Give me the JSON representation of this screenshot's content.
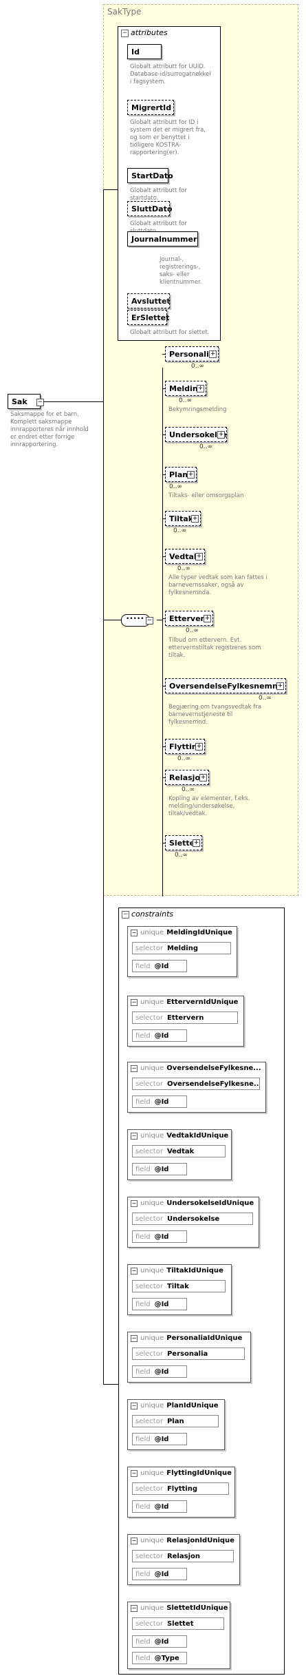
{
  "complex_type": {
    "title": "SakType"
  },
  "root": {
    "name": "Sak",
    "description": "Saksmappe for et barn. Komplett saksmappe innrapporteres når innhold er endret etter forrige innrapportering."
  },
  "attributes": {
    "header": "attributes",
    "items": [
      {
        "name": "Id",
        "optional": false,
        "description": "Globalt attributt for UUID. Database-id/surrogatnøkkel i fagsystem."
      },
      {
        "name": "MigrertId",
        "optional": true,
        "description": "Globalt attributt for ID i system det er migrert fra, og som er benyttet i tidligere KOSTRA-rapportering(er)."
      },
      {
        "name": "StartDato",
        "optional": false,
        "description": "Globalt attributt for startdato."
      },
      {
        "name": "SluttDato",
        "optional": true,
        "description": "Globalt attributt for sluttdato."
      },
      {
        "name": "Journalnummer",
        "optional": false,
        "description": "Journal-, registrerings-, saks- eller klientnummer."
      },
      {
        "name": "Avsluttet",
        "optional": true,
        "description": ""
      },
      {
        "name": "ErSlettet",
        "optional": true,
        "description": "Globalt attributt for slettet."
      }
    ]
  },
  "elements": [
    {
      "name": "Personalia",
      "occurrence": "0..∞",
      "description": ""
    },
    {
      "name": "Melding",
      "occurrence": "0..∞",
      "description": "Bekymringsmelding"
    },
    {
      "name": "Undersokelse",
      "occurrence": "0..∞",
      "description": ""
    },
    {
      "name": "Plan",
      "occurrence": "0..∞",
      "description": "Tiltaks- eller omsorgsplan"
    },
    {
      "name": "Tiltak",
      "occurrence": "0..∞",
      "description": ""
    },
    {
      "name": "Vedtak",
      "occurrence": "0..∞",
      "description": "Alle typer vedtak som kan fattes i barnevernssaker, også av fylkesnemnda."
    },
    {
      "name": "Ettervern",
      "occurrence": "0..∞",
      "description": "Tilbud om ettervern. Evt. ettervernstiltak registreres som tiltak."
    },
    {
      "name": "OversendelseFylkesnemnd",
      "occurrence": "0..∞",
      "description": "Begjæring om tvangsvedtak fra barnevernstjeneste til fylkesnemnd."
    },
    {
      "name": "Flytting",
      "occurrence": "0..∞",
      "description": ""
    },
    {
      "name": "Relasjon",
      "occurrence": "0..∞",
      "description": "Kopling av elementer, f.eks. melding/undersøkelse, tiltak/vedtak."
    },
    {
      "name": "Slettet",
      "occurrence": "0..∞",
      "description": ""
    }
  ],
  "constraints": {
    "header": "constraints",
    "keyword": "unique",
    "selector_label": "selector",
    "field_label": "field",
    "items": [
      {
        "name": "MeldingIdUnique",
        "selector": "Melding",
        "fields": [
          "@Id"
        ]
      },
      {
        "name": "EttervernIdUnique",
        "selector": "Ettervern",
        "fields": [
          "@Id"
        ]
      },
      {
        "name": "OversendelseFylkesne...",
        "selector": "OversendelseFylkesne...",
        "fields": [
          "@Id"
        ]
      },
      {
        "name": "VedtakIdUnique",
        "selector": "Vedtak",
        "fields": [
          "@Id"
        ]
      },
      {
        "name": "UndersokelseIdUnique",
        "selector": "Undersokelse",
        "fields": [
          "@Id"
        ]
      },
      {
        "name": "TiltakIdUnique",
        "selector": "Tiltak",
        "fields": [
          "@Id"
        ]
      },
      {
        "name": "PersonaliaIdUnique",
        "selector": "Personalia",
        "fields": [
          "@Id"
        ]
      },
      {
        "name": "PlanIdUnique",
        "selector": "Plan",
        "fields": [
          "@Id"
        ]
      },
      {
        "name": "FlyttingIdUnique",
        "selector": "Flytting",
        "fields": [
          "@Id"
        ]
      },
      {
        "name": "RelasjonIdUnique",
        "selector": "Relasjon",
        "fields": [
          "@Id"
        ]
      },
      {
        "name": "SlettetIdUnique",
        "selector": "Slettet",
        "fields": [
          "@Id",
          "@Type"
        ]
      }
    ]
  }
}
